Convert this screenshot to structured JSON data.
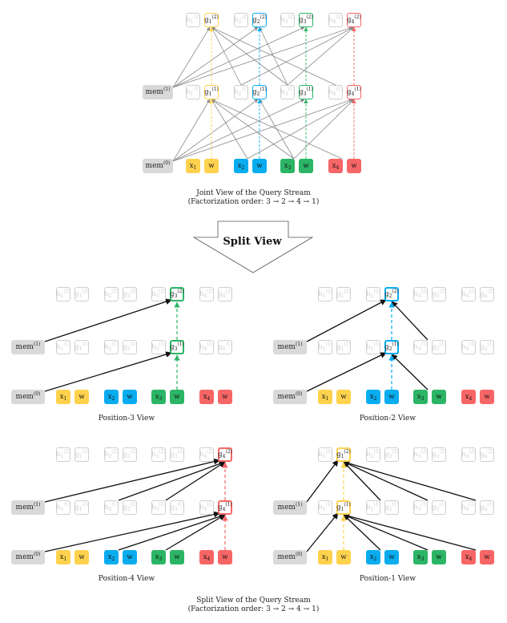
{
  "colors": {
    "yellow": "#ffd24d",
    "blue": "#09adef",
    "green": "#2cb566",
    "red": "#f76666",
    "grey": "#d9d9d9",
    "ghost": "#cfcfcf"
  },
  "labels": {
    "mem0": {
      "base": "mem",
      "sup": "(0)"
    },
    "mem1": {
      "base": "mem",
      "sup": "(1)"
    },
    "w": "w"
  },
  "tokens": [
    {
      "x": "x",
      "sub": "1",
      "color": "yellow"
    },
    {
      "x": "x",
      "sub": "2",
      "color": "blue"
    },
    {
      "x": "x",
      "sub": "3",
      "color": "green"
    },
    {
      "x": "x",
      "sub": "4",
      "color": "red"
    }
  ],
  "stream_labels": {
    "h": "h",
    "g": "g"
  },
  "top_caption": {
    "line1": "Joint View of the Query Stream",
    "line2": "(Factorization order: 3 → 2 → 4 → 1)"
  },
  "split_arrow_label": "Split View",
  "panels": [
    {
      "caption": "Position-3 View",
      "target": 3,
      "attend_l1": [],
      "attend_l2": []
    },
    {
      "caption": "Position-2 View",
      "target": 2,
      "attend_l1": [
        3
      ],
      "attend_l2": [
        3
      ]
    },
    {
      "caption": "Position-4 View",
      "target": 4,
      "attend_l1": [
        3,
        2
      ],
      "attend_l2": [
        3,
        2
      ]
    },
    {
      "caption": "Position-1 View",
      "target": 1,
      "attend_l1": [
        3,
        2,
        4
      ],
      "attend_l2": [
        3,
        2,
        4
      ]
    }
  ],
  "bottom_caption": {
    "line1": "Split View of the Query Stream",
    "line2": "(Factorization order: 3 → 2 → 4 → 1)"
  }
}
